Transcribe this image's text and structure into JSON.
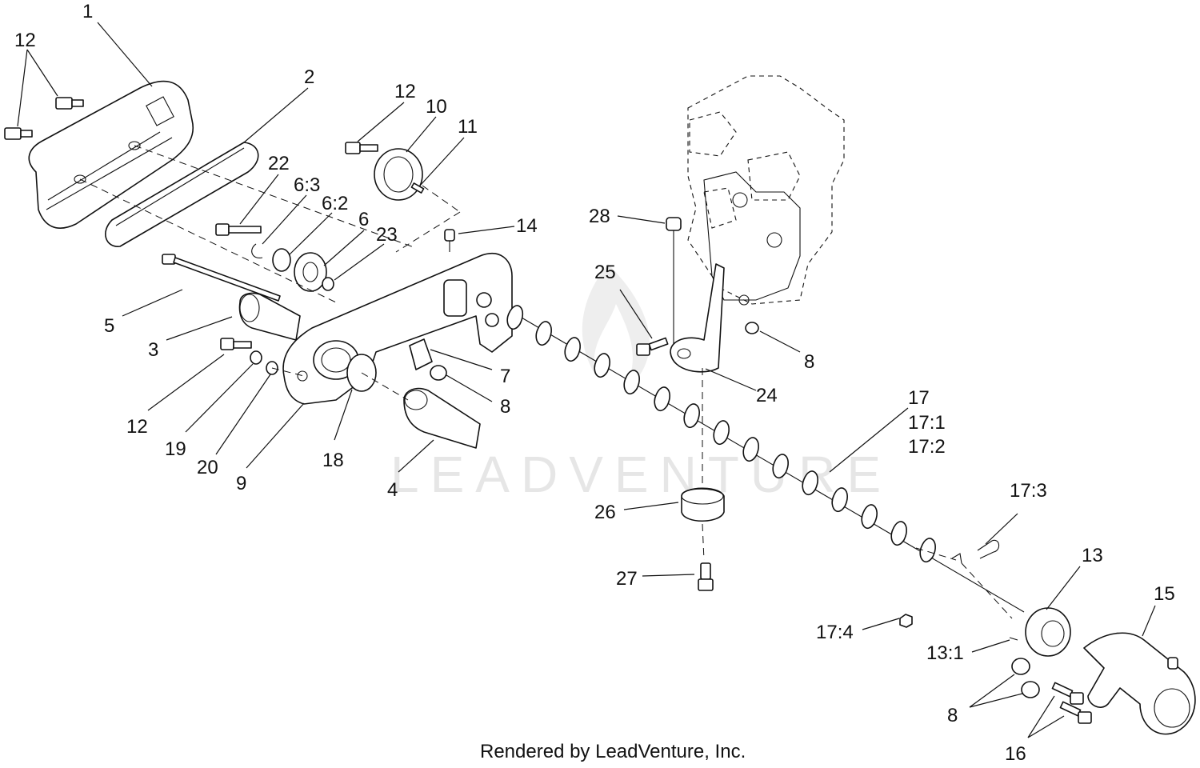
{
  "watermark": "LEADVENTURE",
  "credit": "Rendered by LeadVenture, Inc.",
  "callouts": [
    {
      "id": "1",
      "label": "1"
    },
    {
      "id": "12a",
      "label": "12"
    },
    {
      "id": "2",
      "label": "2"
    },
    {
      "id": "12b",
      "label": "12"
    },
    {
      "id": "10",
      "label": "10"
    },
    {
      "id": "11",
      "label": "11"
    },
    {
      "id": "22",
      "label": "22"
    },
    {
      "id": "6-3",
      "label": "6:3"
    },
    {
      "id": "6-2",
      "label": "6:2"
    },
    {
      "id": "6",
      "label": "6"
    },
    {
      "id": "23",
      "label": "23"
    },
    {
      "id": "14",
      "label": "14"
    },
    {
      "id": "28",
      "label": "28"
    },
    {
      "id": "25",
      "label": "25"
    },
    {
      "id": "5",
      "label": "5"
    },
    {
      "id": "3",
      "label": "3"
    },
    {
      "id": "8a",
      "label": "8"
    },
    {
      "id": "7",
      "label": "7"
    },
    {
      "id": "8b",
      "label": "8"
    },
    {
      "id": "24",
      "label": "24"
    },
    {
      "id": "12c",
      "label": "12"
    },
    {
      "id": "19",
      "label": "19"
    },
    {
      "id": "20",
      "label": "20"
    },
    {
      "id": "9",
      "label": "9"
    },
    {
      "id": "18",
      "label": "18"
    },
    {
      "id": "4",
      "label": "4"
    },
    {
      "id": "17",
      "label": "17"
    },
    {
      "id": "17-1",
      "label": "17:1"
    },
    {
      "id": "17-2",
      "label": "17:2"
    },
    {
      "id": "26",
      "label": "26"
    },
    {
      "id": "17-3",
      "label": "17:3"
    },
    {
      "id": "13",
      "label": "13"
    },
    {
      "id": "15",
      "label": "15"
    },
    {
      "id": "27",
      "label": "27"
    },
    {
      "id": "17-4",
      "label": "17:4"
    },
    {
      "id": "13-1",
      "label": "13:1"
    },
    {
      "id": "8c",
      "label": "8"
    },
    {
      "id": "16",
      "label": "16"
    }
  ]
}
